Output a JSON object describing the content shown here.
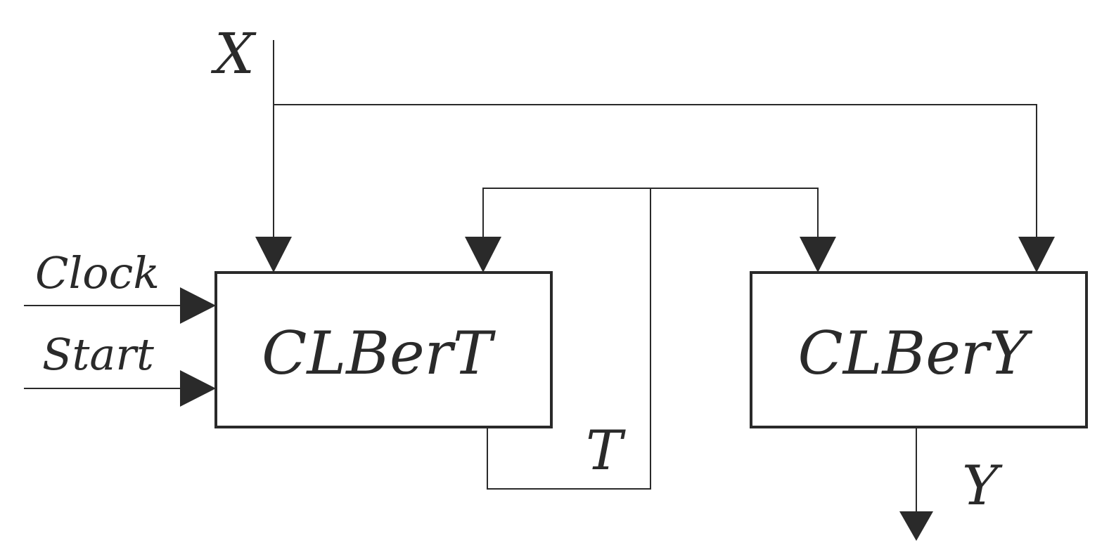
{
  "signals": {
    "x": "X",
    "clock": "Clock",
    "start": "Start",
    "t": "T",
    "y": "Y"
  },
  "blocks": {
    "left": "CLBerT",
    "right": "CLBerY"
  },
  "colors": {
    "line": "#2a2a2a",
    "background": "#ffffff"
  }
}
